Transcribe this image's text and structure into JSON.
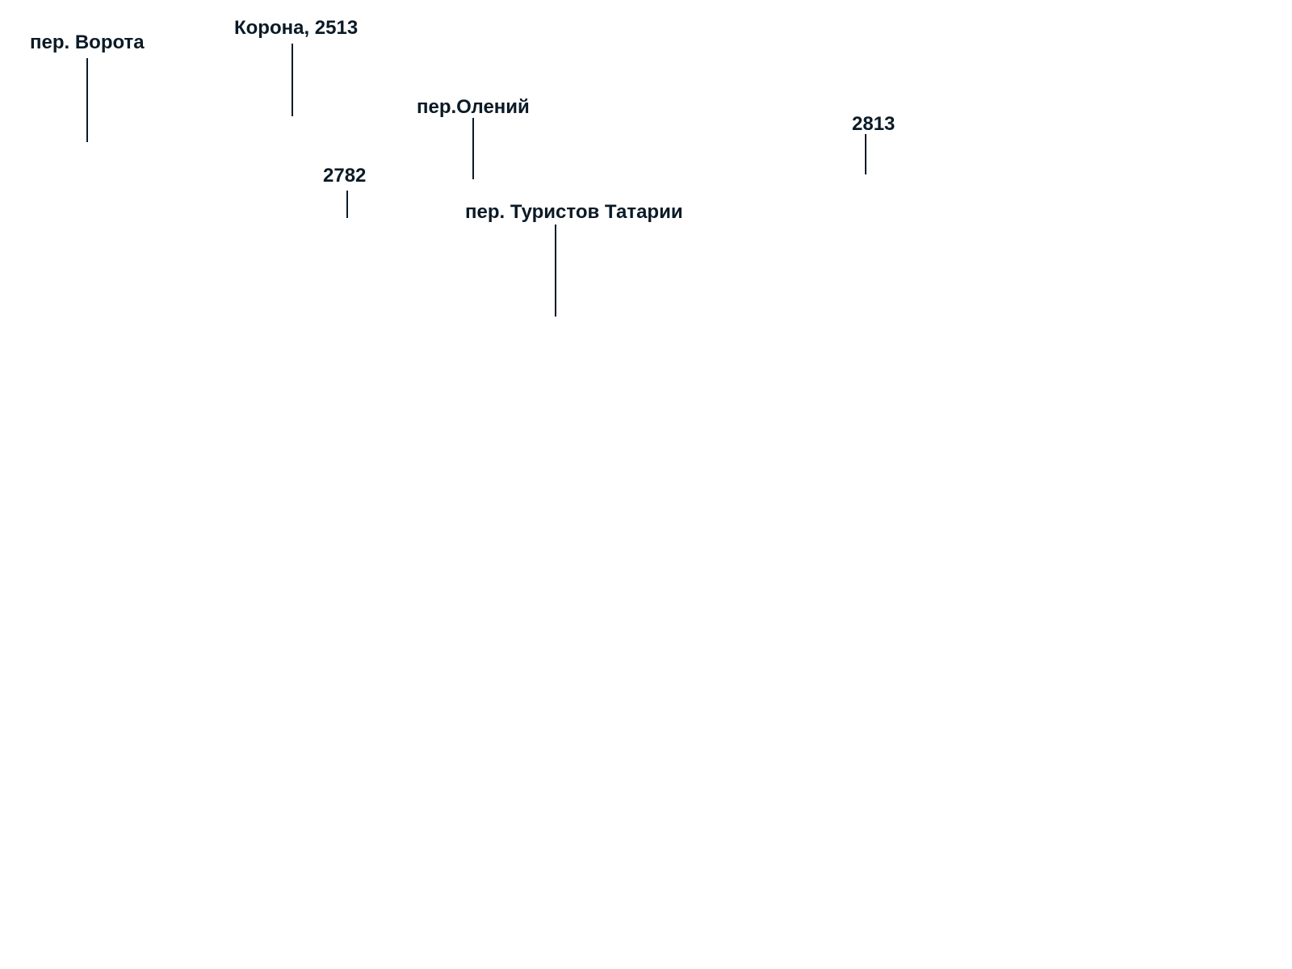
{
  "map": {
    "label_color": "#0b1a26",
    "background": "#ffffff",
    "labels": [
      {
        "id": "pass-vorota",
        "text": "пер. Ворота"
      },
      {
        "id": "korona-2513",
        "text": "Корона, 2513"
      },
      {
        "id": "pass-oleniy",
        "text": "пер.Олений"
      },
      {
        "id": "peak-2813",
        "text": "2813"
      },
      {
        "id": "peak-2782",
        "text": "2782"
      },
      {
        "id": "pass-turistov-tatarii",
        "text": "пер. Туристов Татарии"
      }
    ]
  }
}
